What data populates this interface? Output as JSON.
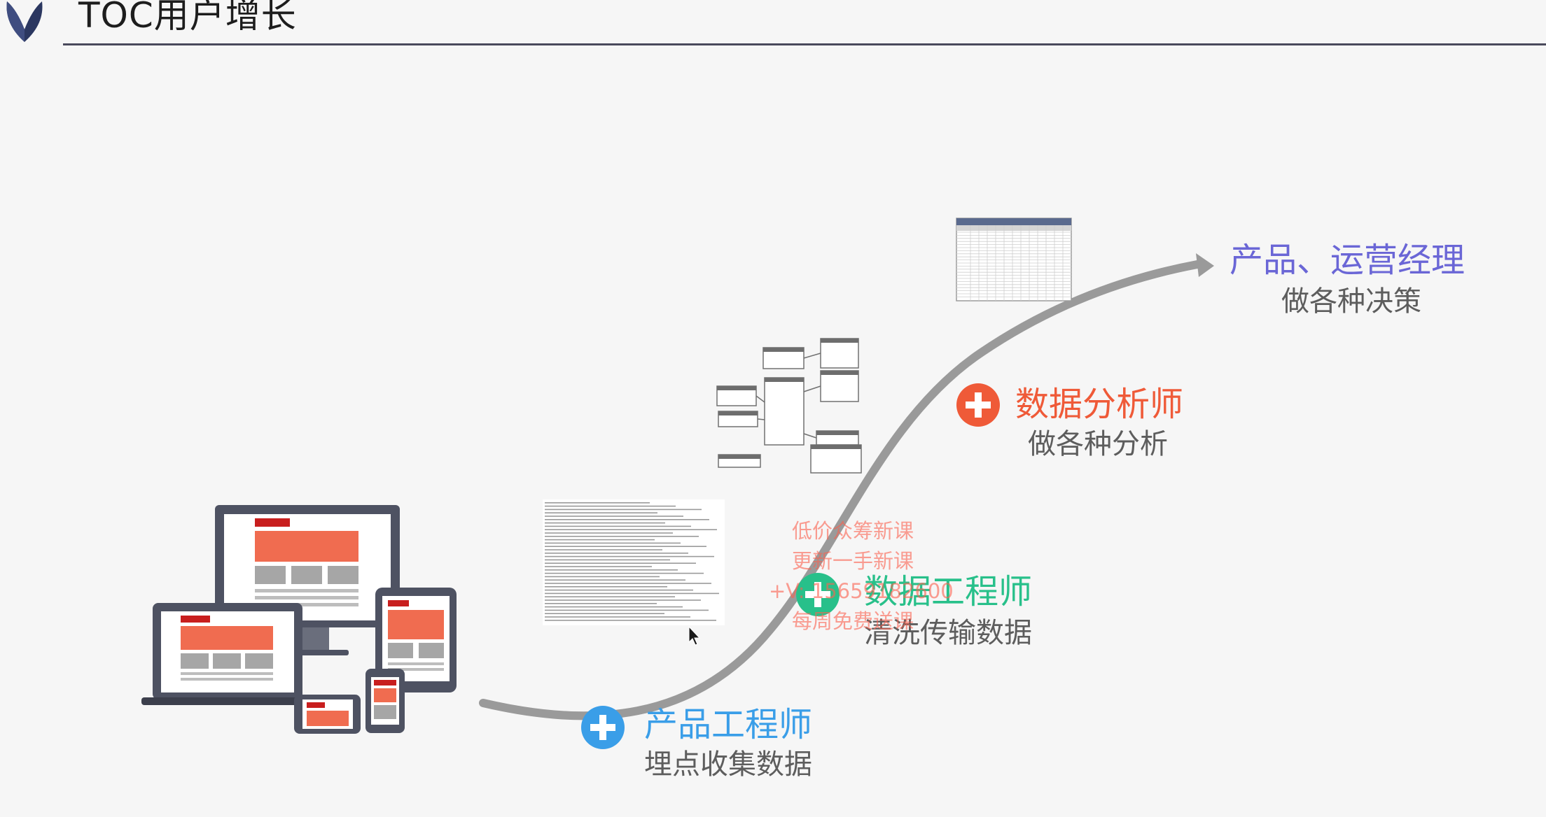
{
  "header": {
    "title": "TOC用户增长"
  },
  "colors": {
    "product_manager": "#6a66d6",
    "analyst": "#ef5a38",
    "data_engineer": "#28c08a",
    "product_engineer": "#3a9ee8",
    "curve": "#9a9a9a",
    "device_accent": "#f06c50"
  },
  "roles": {
    "product_manager": {
      "title": "产品、运营经理",
      "desc": "做各种决策"
    },
    "analyst": {
      "title": "数据分析师",
      "desc": "做各种分析"
    },
    "data_engineer": {
      "title": "数据工程师",
      "desc": "清洗传输数据"
    },
    "product_engineer": {
      "title": "产品工程师",
      "desc": "埋点收集数据"
    }
  },
  "watermark": {
    "lines": [
      "低价众筹新课",
      "更新一手新课",
      "+V: 15659182600",
      "每周免费送课"
    ]
  }
}
